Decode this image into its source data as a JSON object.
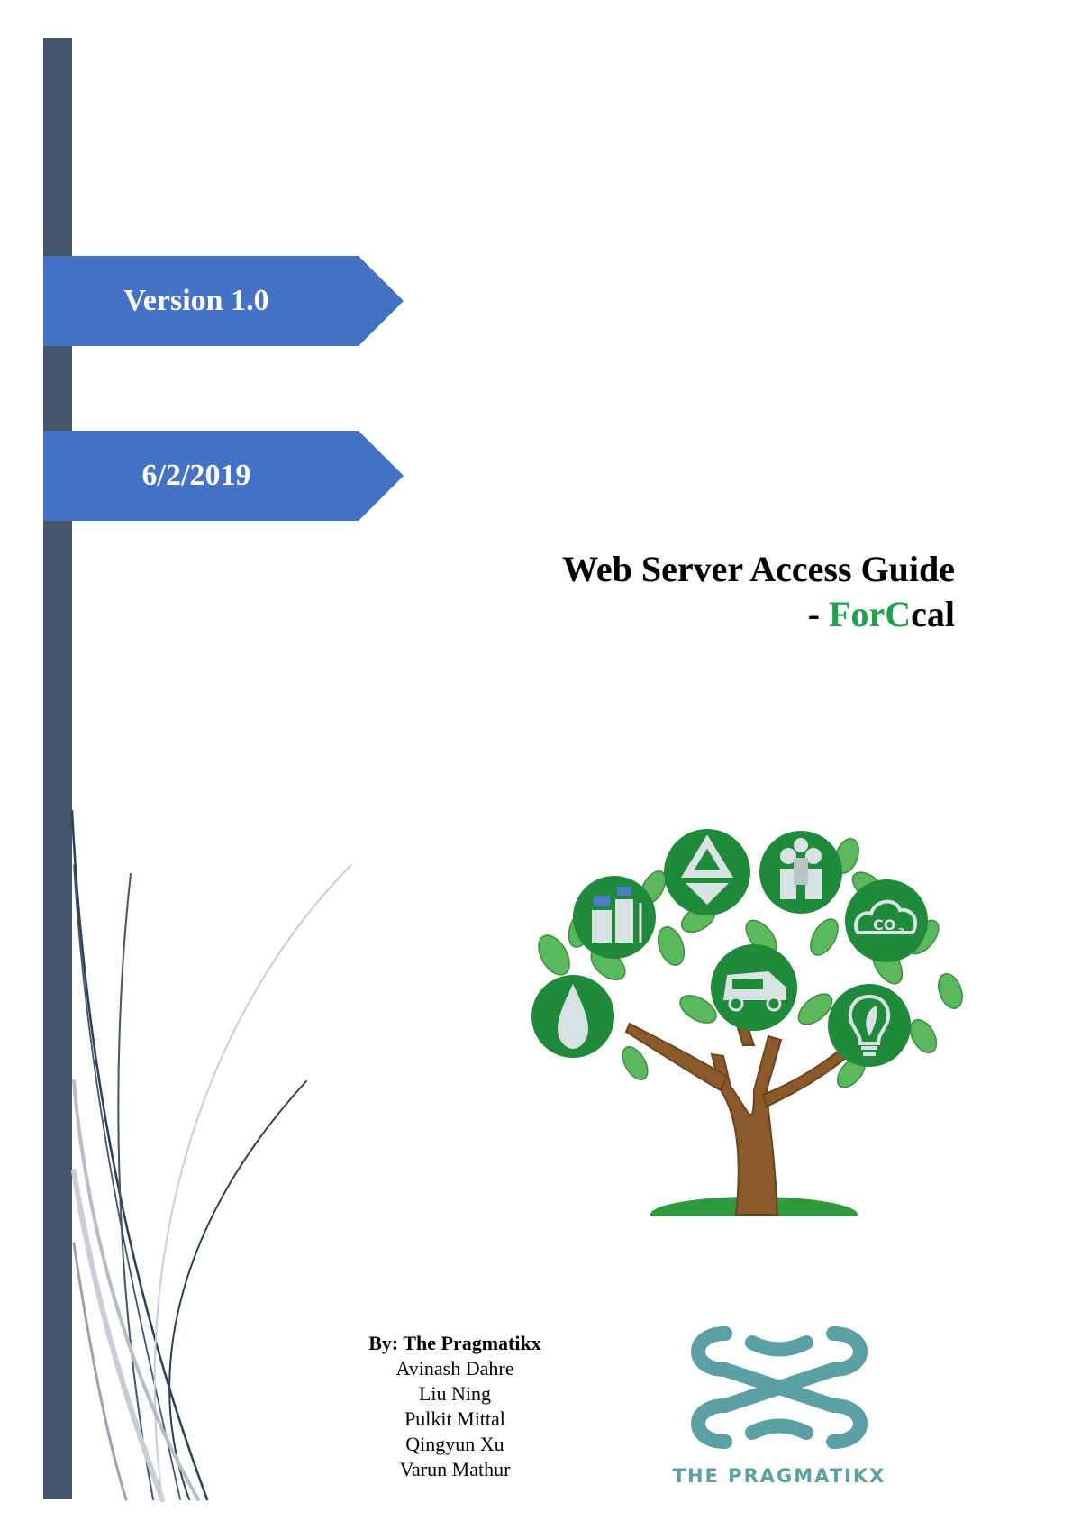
{
  "cover": {
    "version": "Version 1.0",
    "date": "6/2/2019",
    "title": "Web Server Access Guide",
    "subtitle_dash": "- ",
    "subtitle_green": "ForC",
    "subtitle_rest": "cal"
  },
  "authors": {
    "by": "By: The Pragmatikx",
    "names": [
      "Avinash Dahre",
      "Liu Ning",
      "Pulkit Mittal",
      "Qingyun Xu",
      "Varun Mathur"
    ]
  },
  "logo": {
    "text": "THE PRAGMATIKX"
  },
  "colors": {
    "sidebar": "#44546a",
    "banner": "#4472c4",
    "accent_green": "#1fa24b",
    "logo_teal": "#5ba0a4"
  },
  "icons": [
    "recycle-icon",
    "people-icon",
    "solar-building-icon",
    "co2-cloud-icon",
    "water-drop-icon",
    "car-icon",
    "lightbulb-leaf-icon"
  ]
}
